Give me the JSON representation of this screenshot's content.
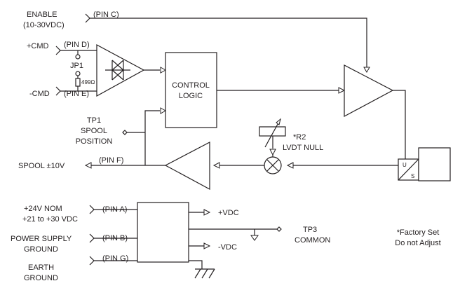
{
  "labels": {
    "enable": "ENABLE",
    "enable_range": "(10-30VDC)",
    "pin_c": "(PIN C)",
    "cmd_plus": "+CMD",
    "pin_d": "(PIN D)",
    "jp1": "JP1",
    "resistor": "499Ω",
    "cmd_minus": "-CMD",
    "pin_e": "(PIN E)",
    "control_logic_1": "CONTROL",
    "control_logic_2": "LOGIC",
    "tp1_1": "TP1",
    "tp1_2": "SPOOL",
    "tp1_3": "POSITION",
    "r2": "*R2",
    "lvdt_null": "LVDT NULL",
    "spool": "SPOOL ±10V",
    "pin_f": "(PIN F)",
    "supply_1": "+24V NOM",
    "supply_2": "+21 to +30 VDC",
    "pin_a": "(PIN A)",
    "vdc_plus": "+VDC",
    "psg_1": "POWER SUPPLY",
    "psg_2": "GROUND",
    "pin_b": "(PIN B)",
    "vdc_minus": "-VDC",
    "tp3_1": "TP3",
    "tp3_2": "COMMON",
    "earth_1": "EARTH",
    "earth_2": "GROUND",
    "pin_g": "(PIN G)",
    "factory_1": "*Factory Set",
    "factory_2": "Do not Adjust",
    "us_u": "U",
    "us_s": "S"
  }
}
